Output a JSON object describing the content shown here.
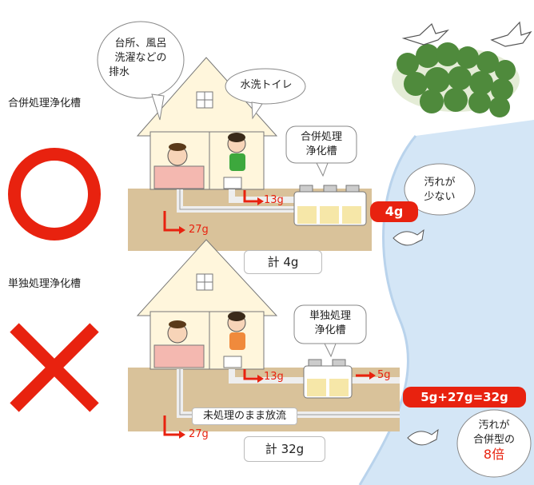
{
  "sections": {
    "combined_label": "合併処理浄化槽",
    "single_label": "単独処理浄化槽"
  },
  "top": {
    "bubble_kitchen": [
      "台所、風呂",
      "洗濯などの",
      "排水"
    ],
    "bubble_toilet": "水洗トイレ",
    "tank_label": [
      "合併処理",
      "浄化槽"
    ],
    "flow_toilet": "13g",
    "flow_kitchen": "27g",
    "output": "4g",
    "bubble_river": [
      "汚れが",
      "少ない"
    ],
    "total": "計 4g"
  },
  "bottom": {
    "tank_label": [
      "単独処理",
      "浄化槽"
    ],
    "flow_toilet": "13g",
    "flow_out": "5g",
    "flow_kitchen": "27g",
    "untreated": "未処理のまま放流",
    "output": "5g+27g=32g",
    "bubble_river": [
      "汚れが",
      "合併型の"
    ],
    "bubble_river_emph": "8倍",
    "total": "計 32g"
  },
  "colors": {
    "accent": "#e8220f",
    "ground": "#d9c29a",
    "river": "#cfe3f5",
    "forest": "#4f8a3c"
  }
}
